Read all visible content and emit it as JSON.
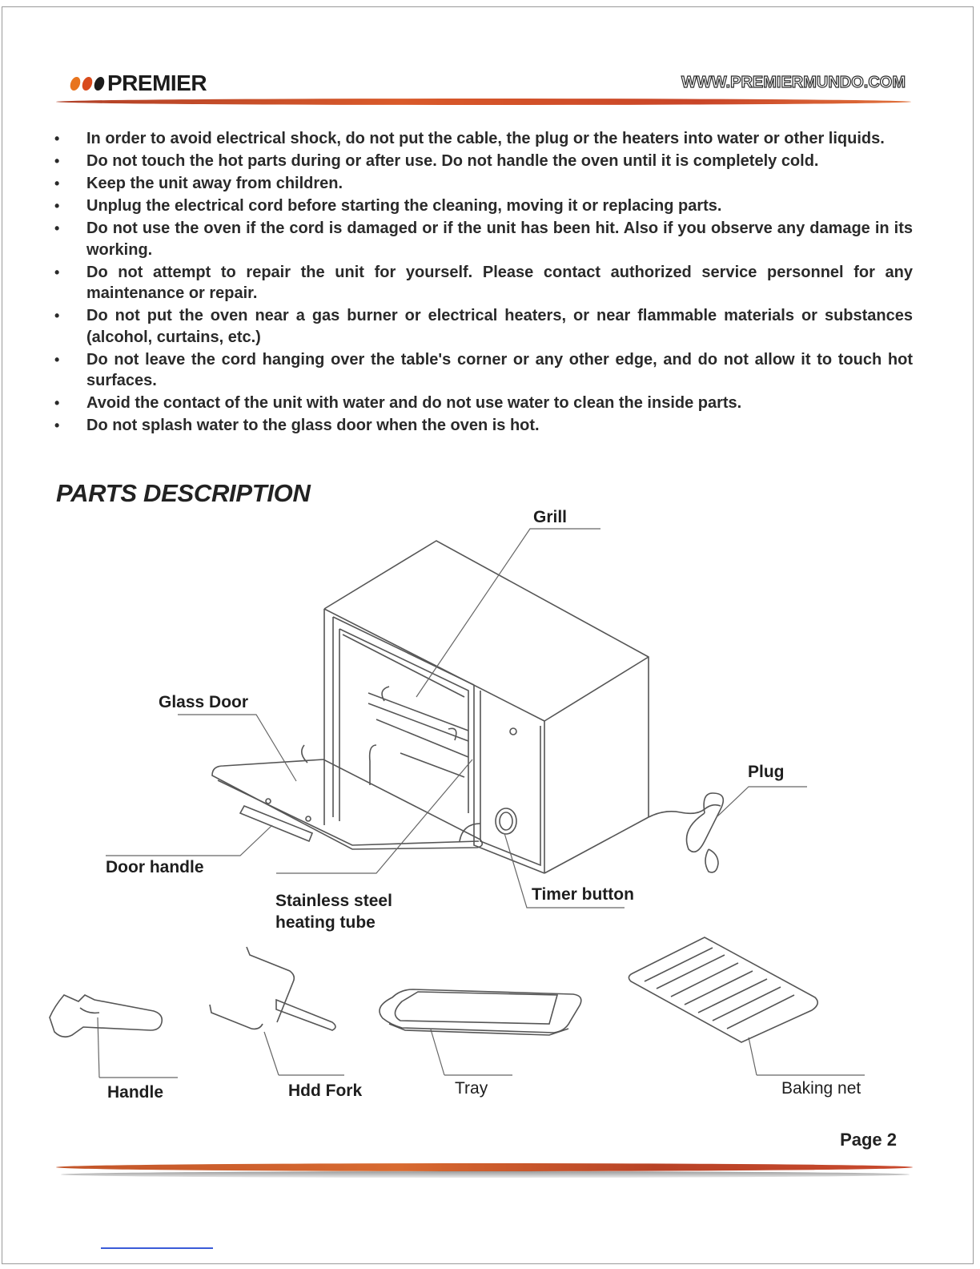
{
  "header": {
    "brand": "PREMIER",
    "url": "WWW.PREMIERMUNDO.COM",
    "brand_colors": [
      "#e05a1a",
      "#c8401e",
      "#1c1c1c"
    ],
    "rule_gradient": [
      "#b5452a",
      "#d5542c",
      "#e07a3c"
    ]
  },
  "safety_rules": [
    "In order to avoid electrical shock, do not put the cable, the plug or the heaters into water or other liquids.",
    "Do not touch the hot parts during or after use. Do not handle the oven until it is completely cold.",
    "Keep the unit away from children.",
    "Unplug the electrical cord before starting the cleaning, moving it or replacing parts.",
    "Do not use the oven if the cord is damaged or if the unit has been hit. Also if you observe any damage in its working.",
    "Do not attempt to repair the unit for yourself. Please contact authorized service personnel for any maintenance or repair.",
    "Do not put the oven near a gas burner or electrical heaters, or near flammable materials or substances (alcohol, curtains, etc.)",
    "Do not leave the cord hanging over the table's corner or any other edge, and do not allow it to touch hot surfaces.",
    "Avoid the contact of the unit with water and do not use water to clean the inside parts.",
    "Do not splash water to the glass door when the oven is hot."
  ],
  "section_title": "PARTS DESCRIPTION",
  "parts": {
    "grill": "Grill",
    "glass_door": "Glass Door",
    "plug": "Plug",
    "door_handle": "Door handle",
    "heating_tube_line1": "Stainless steel",
    "heating_tube_line2": "heating tube",
    "timer_button": "Timer button",
    "handle": "Handle",
    "fork": "Hdd Fork",
    "tray": "Tray",
    "baking_net": "Baking net"
  },
  "footer": {
    "page": "Page 2"
  }
}
